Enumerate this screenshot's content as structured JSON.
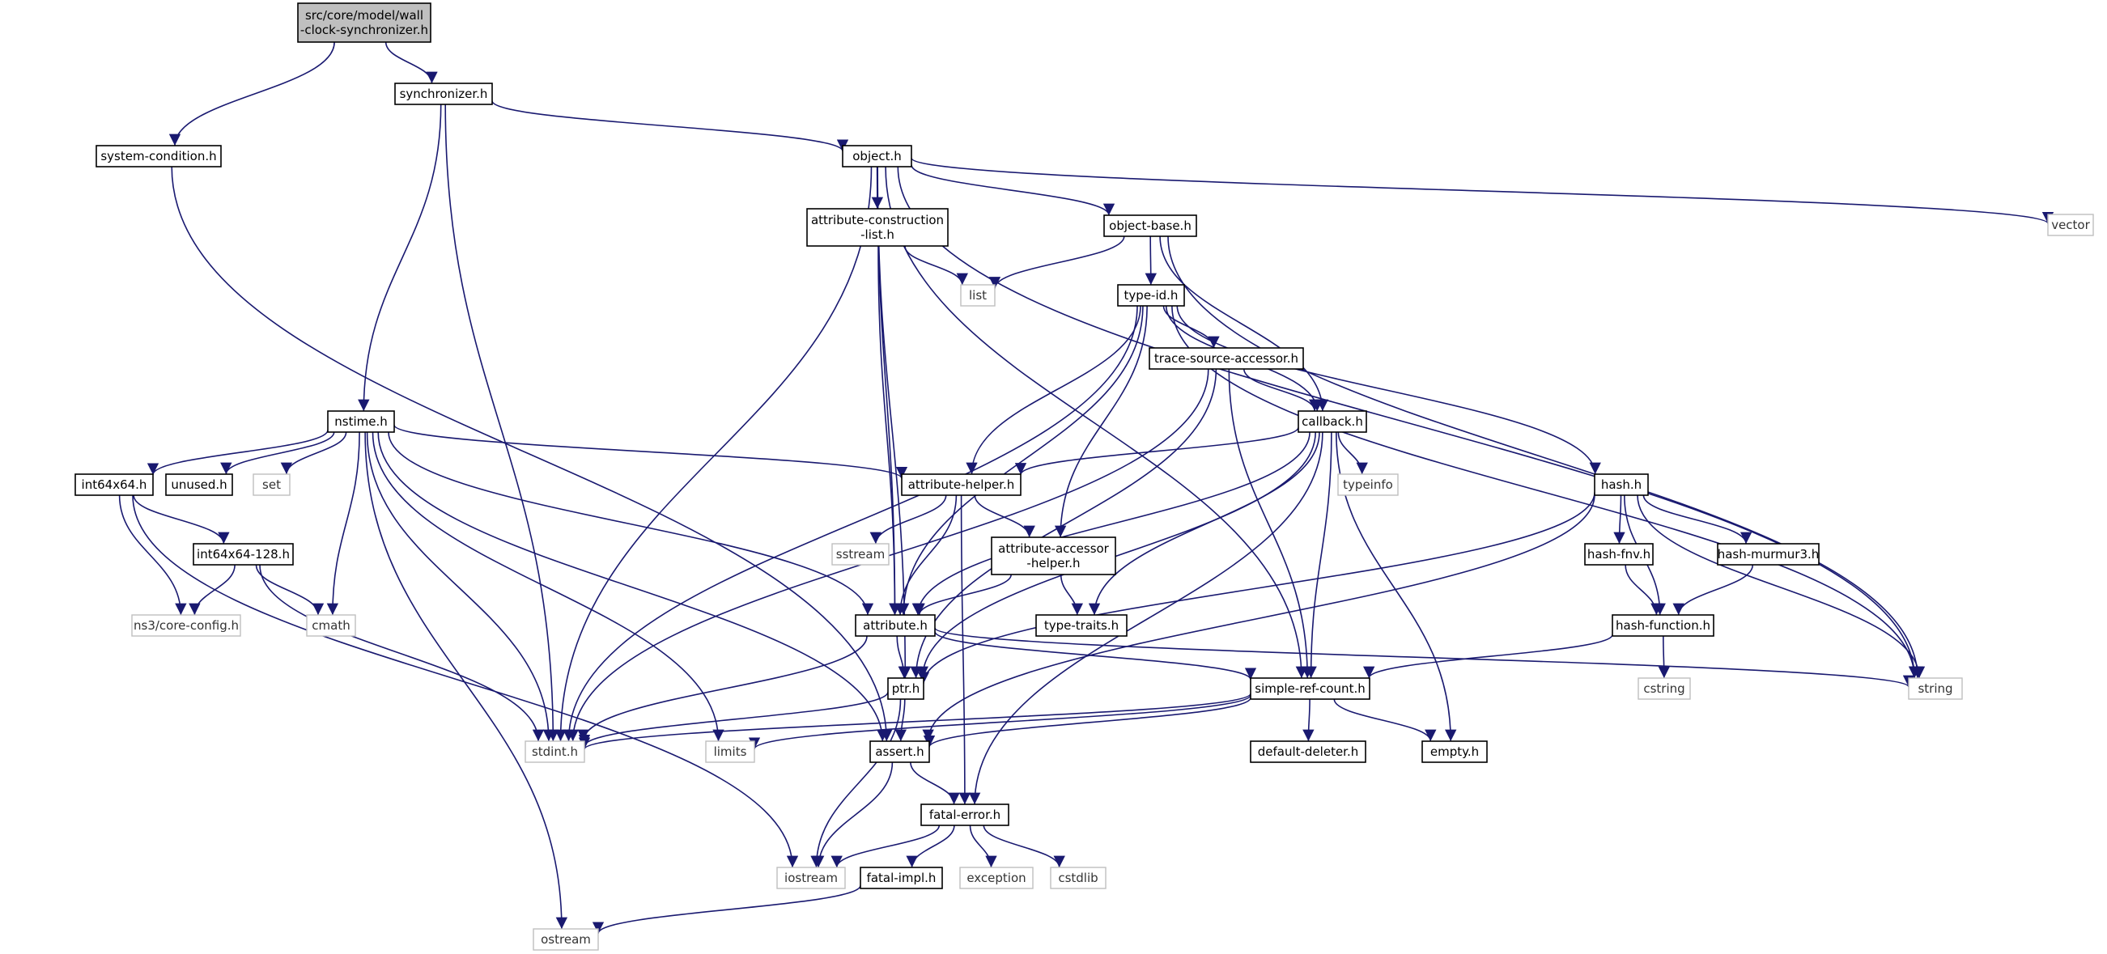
{
  "nodes": {
    "root": {
      "lines": [
        "src/core/model/wall",
        "-clock-synchronizer.h"
      ],
      "kind": "root"
    },
    "synchronizer": {
      "lines": [
        "synchronizer.h"
      ],
      "kind": "local"
    },
    "system_condition": {
      "lines": [
        "system-condition.h"
      ],
      "kind": "local"
    },
    "object": {
      "lines": [
        "object.h"
      ],
      "kind": "local"
    },
    "vector": {
      "lines": [
        "vector"
      ],
      "kind": "ext"
    },
    "attr_construction": {
      "lines": [
        "attribute-construction",
        "-list.h"
      ],
      "kind": "local"
    },
    "object_base": {
      "lines": [
        "object-base.h"
      ],
      "kind": "local"
    },
    "list": {
      "lines": [
        "list"
      ],
      "kind": "ext"
    },
    "type_id": {
      "lines": [
        "type-id.h"
      ],
      "kind": "local"
    },
    "trace_source": {
      "lines": [
        "trace-source-accessor.h"
      ],
      "kind": "local"
    },
    "callback": {
      "lines": [
        "callback.h"
      ],
      "kind": "local"
    },
    "nstime": {
      "lines": [
        "nstime.h"
      ],
      "kind": "local"
    },
    "int64x64": {
      "lines": [
        "int64x64.h"
      ],
      "kind": "local"
    },
    "unused": {
      "lines": [
        "unused.h"
      ],
      "kind": "local"
    },
    "set": {
      "lines": [
        "set"
      ],
      "kind": "ext"
    },
    "attr_helper": {
      "lines": [
        "attribute-helper.h"
      ],
      "kind": "local"
    },
    "typeinfo": {
      "lines": [
        "typeinfo"
      ],
      "kind": "ext"
    },
    "hash": {
      "lines": [
        "hash.h"
      ],
      "kind": "local"
    },
    "int64x64_128": {
      "lines": [
        "int64x64-128.h"
      ],
      "kind": "local"
    },
    "sstream": {
      "lines": [
        "sstream"
      ],
      "kind": "ext"
    },
    "attr_accessor": {
      "lines": [
        "attribute-accessor",
        "-helper.h"
      ],
      "kind": "local"
    },
    "hash_fnv": {
      "lines": [
        "hash-fnv.h"
      ],
      "kind": "local"
    },
    "hash_murmur3": {
      "lines": [
        "hash-murmur3.h"
      ],
      "kind": "local"
    },
    "ns3_config": {
      "lines": [
        "ns3/core-config.h"
      ],
      "kind": "ext"
    },
    "cmath": {
      "lines": [
        "cmath"
      ],
      "kind": "ext"
    },
    "attribute": {
      "lines": [
        "attribute.h"
      ],
      "kind": "local"
    },
    "type_traits": {
      "lines": [
        "type-traits.h"
      ],
      "kind": "local"
    },
    "hash_function": {
      "lines": [
        "hash-function.h"
      ],
      "kind": "local"
    },
    "ptr": {
      "lines": [
        "ptr.h"
      ],
      "kind": "local"
    },
    "simple_ref": {
      "lines": [
        "simple-ref-count.h"
      ],
      "kind": "local"
    },
    "cstring": {
      "lines": [
        "cstring"
      ],
      "kind": "ext"
    },
    "string": {
      "lines": [
        "string"
      ],
      "kind": "ext"
    },
    "stdint": {
      "lines": [
        "stdint.h"
      ],
      "kind": "ext"
    },
    "limits": {
      "lines": [
        "limits"
      ],
      "kind": "ext"
    },
    "assert": {
      "lines": [
        "assert.h"
      ],
      "kind": "local"
    },
    "default_deleter": {
      "lines": [
        "default-deleter.h"
      ],
      "kind": "local"
    },
    "empty": {
      "lines": [
        "empty.h"
      ],
      "kind": "local"
    },
    "fatal_error": {
      "lines": [
        "fatal-error.h"
      ],
      "kind": "local"
    },
    "iostream": {
      "lines": [
        "iostream"
      ],
      "kind": "ext"
    },
    "fatal_impl": {
      "lines": [
        "fatal-impl.h"
      ],
      "kind": "local"
    },
    "exception": {
      "lines": [
        "exception"
      ],
      "kind": "ext"
    },
    "cstdlib": {
      "lines": [
        "cstdlib"
      ],
      "kind": "ext"
    },
    "ostream": {
      "lines": [
        "ostream"
      ],
      "kind": "ext"
    }
  },
  "edges": [
    [
      "root",
      "synchronizer"
    ],
    [
      "root",
      "system_condition"
    ],
    [
      "synchronizer",
      "object"
    ],
    [
      "synchronizer",
      "nstime"
    ],
    [
      "synchronizer",
      "stdint"
    ],
    [
      "system_condition",
      "assert"
    ],
    [
      "object",
      "vector"
    ],
    [
      "object",
      "attr_construction"
    ],
    [
      "object",
      "object_base"
    ],
    [
      "object",
      "string"
    ],
    [
      "object",
      "simple_ref"
    ],
    [
      "object",
      "stdint"
    ],
    [
      "object",
      "ptr"
    ],
    [
      "object",
      "attribute"
    ],
    [
      "attr_construction",
      "list"
    ],
    [
      "attr_construction",
      "attribute"
    ],
    [
      "object_base",
      "list"
    ],
    [
      "object_base",
      "type_id"
    ],
    [
      "object_base",
      "callback"
    ],
    [
      "object_base",
      "string"
    ],
    [
      "type_id",
      "trace_source"
    ],
    [
      "type_id",
      "callback"
    ],
    [
      "type_id",
      "hash"
    ],
    [
      "type_id",
      "attr_helper"
    ],
    [
      "type_id",
      "attr_accessor"
    ],
    [
      "type_id",
      "attribute"
    ],
    [
      "type_id",
      "stdint"
    ],
    [
      "type_id",
      "string"
    ],
    [
      "trace_source",
      "callback"
    ],
    [
      "trace_source",
      "ptr"
    ],
    [
      "trace_source",
      "simple_ref"
    ],
    [
      "trace_source",
      "stdint"
    ],
    [
      "callback",
      "typeinfo"
    ],
    [
      "callback",
      "attr_helper"
    ],
    [
      "callback",
      "attribute"
    ],
    [
      "callback",
      "ptr"
    ],
    [
      "callback",
      "simple_ref"
    ],
    [
      "callback",
      "type_traits"
    ],
    [
      "callback",
      "empty"
    ],
    [
      "callback",
      "fatal_error"
    ],
    [
      "nstime",
      "int64x64"
    ],
    [
      "nstime",
      "unused"
    ],
    [
      "nstime",
      "set"
    ],
    [
      "nstime",
      "attr_helper"
    ],
    [
      "nstime",
      "cmath"
    ],
    [
      "nstime",
      "attribute"
    ],
    [
      "nstime",
      "limits"
    ],
    [
      "nstime",
      "stdint"
    ],
    [
      "nstime",
      "ostream"
    ],
    [
      "nstime",
      "assert"
    ],
    [
      "int64x64",
      "int64x64_128"
    ],
    [
      "int64x64",
      "ns3_config"
    ],
    [
      "int64x64",
      "iostream"
    ],
    [
      "int64x64_128",
      "ns3_config"
    ],
    [
      "int64x64_128",
      "cmath"
    ],
    [
      "int64x64_128",
      "stdint"
    ],
    [
      "attr_helper",
      "sstream"
    ],
    [
      "attr_helper",
      "attr_accessor"
    ],
    [
      "attr_helper",
      "attribute"
    ],
    [
      "attr_helper",
      "fatal_error"
    ],
    [
      "attr_accessor",
      "attribute"
    ],
    [
      "attr_accessor",
      "type_traits"
    ],
    [
      "hash",
      "hash_fnv"
    ],
    [
      "hash",
      "hash_murmur3"
    ],
    [
      "hash",
      "hash_function"
    ],
    [
      "hash",
      "string"
    ],
    [
      "hash",
      "ptr"
    ],
    [
      "hash",
      "assert"
    ],
    [
      "hash_fnv",
      "hash_function"
    ],
    [
      "hash_murmur3",
      "hash_function"
    ],
    [
      "hash_function",
      "cstring"
    ],
    [
      "hash_function",
      "simple_ref"
    ],
    [
      "attribute",
      "ptr"
    ],
    [
      "attribute",
      "simple_ref"
    ],
    [
      "attribute",
      "string"
    ],
    [
      "attribute",
      "stdint"
    ],
    [
      "ptr",
      "assert"
    ],
    [
      "ptr",
      "stdint"
    ],
    [
      "ptr",
      "iostream"
    ],
    [
      "simple_ref",
      "default_deleter"
    ],
    [
      "simple_ref",
      "empty"
    ],
    [
      "simple_ref",
      "assert"
    ],
    [
      "simple_ref",
      "limits"
    ],
    [
      "simple_ref",
      "stdint"
    ],
    [
      "assert",
      "fatal_error"
    ],
    [
      "assert",
      "iostream"
    ],
    [
      "fatal_error",
      "iostream"
    ],
    [
      "fatal_error",
      "fatal_impl"
    ],
    [
      "fatal_error",
      "exception"
    ],
    [
      "fatal_error",
      "cstdlib"
    ],
    [
      "fatal_impl",
      "ostream"
    ]
  ],
  "colors": {
    "edge": "#191970",
    "root_fill": "#bfbfbf",
    "local_border": "#000000",
    "external_border": "#bfbfbf"
  }
}
